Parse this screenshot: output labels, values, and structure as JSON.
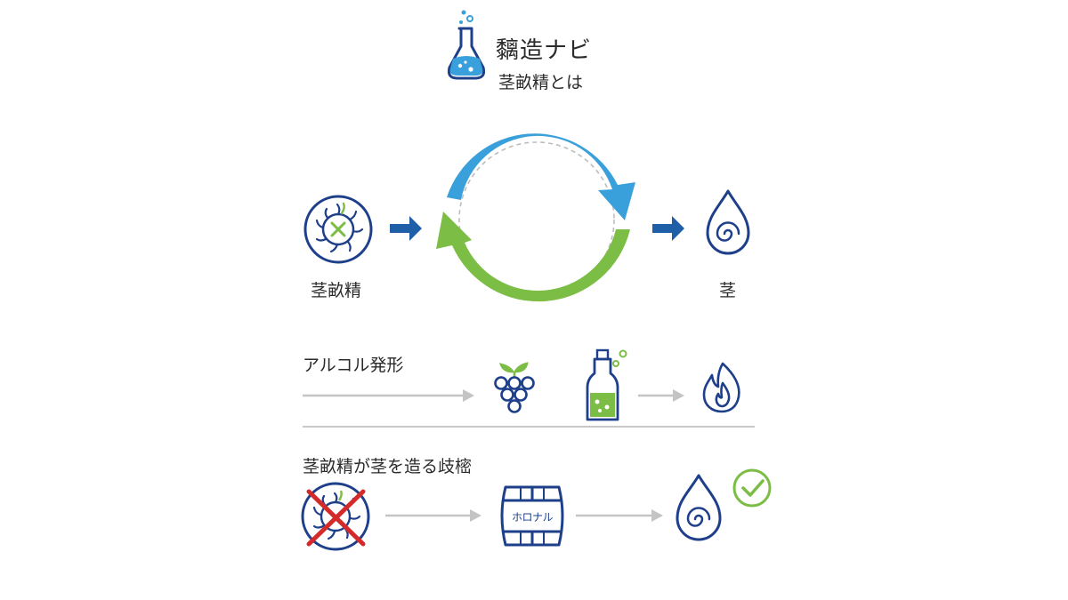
{
  "brand": {
    "title": "黐造ナビ",
    "subtitle": "茎畝精とは",
    "icon": "flask-icon"
  },
  "cycle": {
    "source_label": "茎畝精",
    "result_label": "茎",
    "source_icon": "microbe-icon",
    "result_icon": "drop-icon"
  },
  "section1": {
    "title": "アルコル発形",
    "icons": [
      "grapes-icon",
      "bottle-icon",
      "flame-icon"
    ]
  },
  "section2": {
    "title": "茎畝精が茎を造る歧樒",
    "barrel_text": "ホロナル",
    "icons": [
      "crossed-microbe-icon",
      "barrel-icon",
      "drop-icon",
      "check-icon"
    ]
  },
  "colors": {
    "navy": "#1e3f8a",
    "blue_arrow": "#3aa0dc",
    "green_arrow": "#7cbd45",
    "dark_arrow": "#1e5fa8",
    "gray_arrow": "#c4c4c4",
    "red_cross": "#d42a2a",
    "check_green": "#7cbd45"
  }
}
